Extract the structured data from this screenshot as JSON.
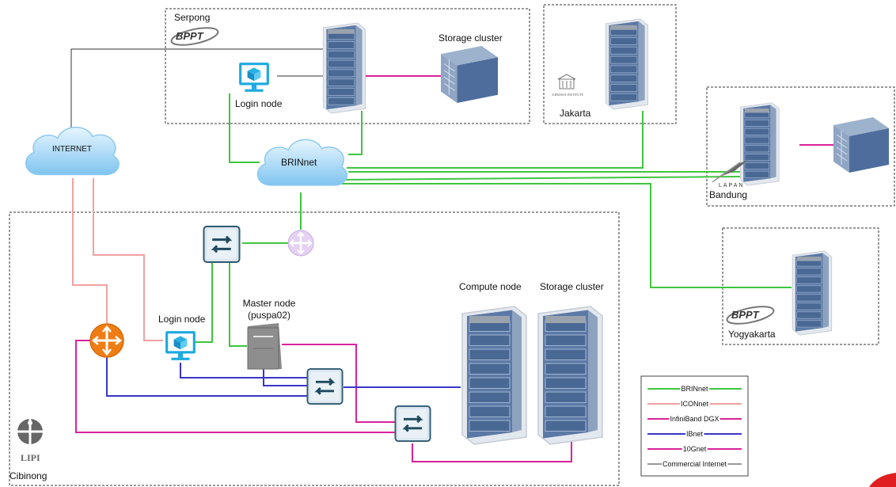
{
  "sites": {
    "serpong": "Serpong",
    "jakarta": "Jakarta",
    "bandung": "Bandung",
    "yogyakarta": "Yogyakarta",
    "cibinong": "Cibinong"
  },
  "logos": {
    "bppt": "BPPT",
    "lapan": "LAPAN",
    "lipi": "LIPI",
    "eijkman": "EIJKMAN INSTITUTE"
  },
  "clouds": {
    "internet": "INTERNET",
    "brinnet": "BRINnet"
  },
  "nodes": {
    "storage_cluster_serpong": "Storage cluster",
    "login_node_serpong": "Login  node",
    "login_node_cibinong": "Login node",
    "master_node": "Master node",
    "master_node_host": "(puspa02)",
    "compute_node": "Compute node",
    "storage_cluster_cibinong": "Storage cluster"
  },
  "legend": [
    {
      "label": "BRINnet",
      "color": "#3ec63e"
    },
    {
      "label": "ICONnet",
      "color": "#f2a0a0"
    },
    {
      "label": "InfiniBand DGX",
      "color": "#d8239a"
    },
    {
      "label": "IBnet",
      "color": "#3b35c7"
    },
    {
      "label": "10Gnet",
      "color": "#d8239a"
    },
    {
      "label": "Commercial Internet",
      "color": "#333333"
    }
  ],
  "colors": {
    "brinnet": "#3ec63e",
    "iconnet": "#f2a0a0",
    "infiniband": "#d8239a",
    "ibnet": "#3b35c7",
    "commercial": "#333333"
  }
}
